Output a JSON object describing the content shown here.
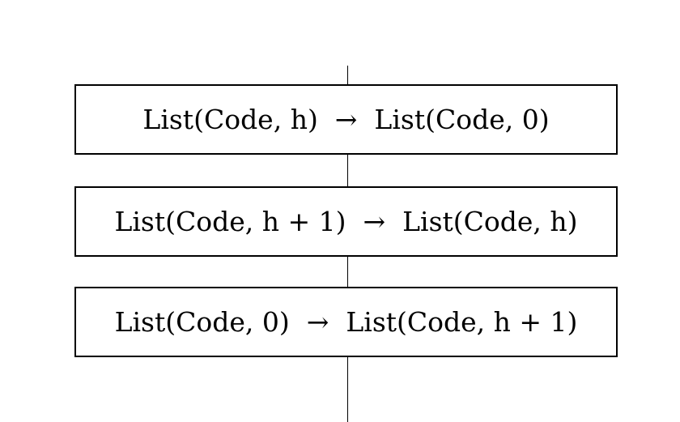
{
  "diagram": {
    "boxes": [
      {
        "label": "List(Code, h)  →  List(Code, 0)"
      },
      {
        "label": "List(Code, h + 1)  →  List(Code, h)"
      },
      {
        "label": "List(Code, 0)  →  List(Code, h + 1)"
      }
    ],
    "colors": {
      "stroke": "#000000",
      "background": "#ffffff"
    }
  }
}
